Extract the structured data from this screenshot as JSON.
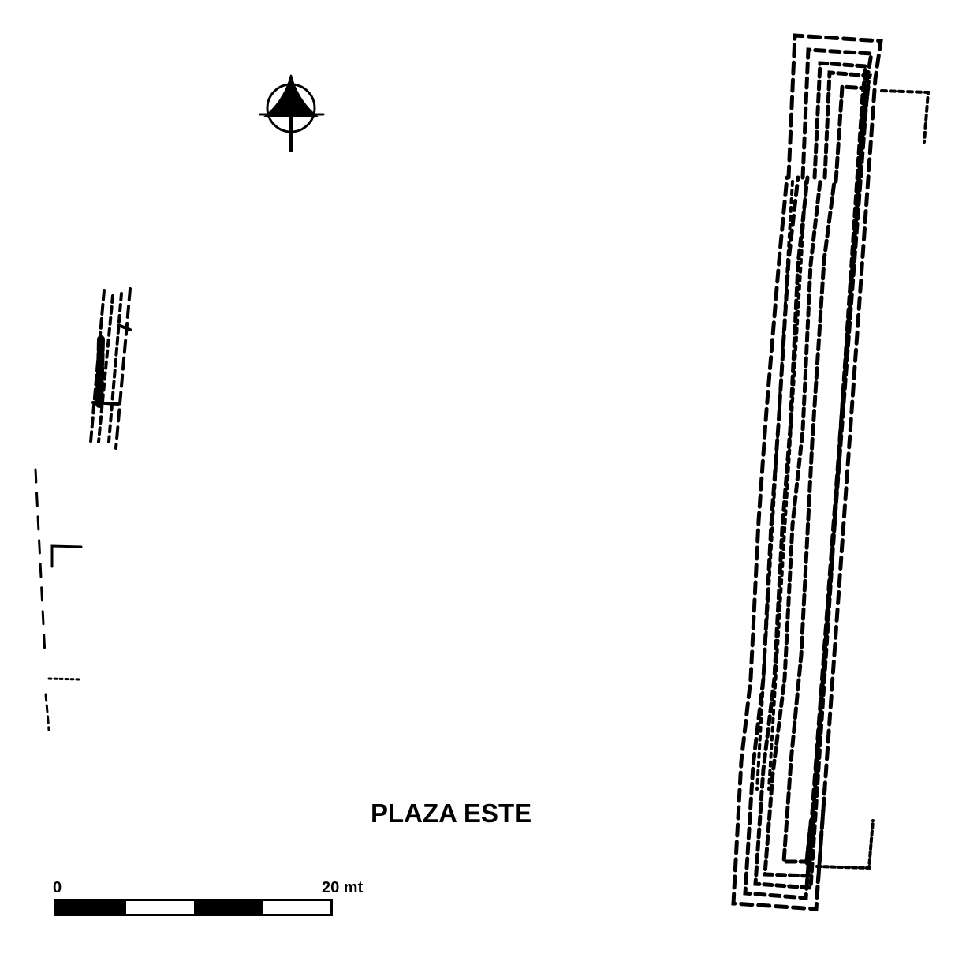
{
  "plan": {
    "area_label": "PLAZA ESTE",
    "scale": {
      "start_label": "0",
      "end_label": "20 mt",
      "segments": 4
    },
    "north_arrow": "north-arrow-icon",
    "colors": {
      "ink": "#000000",
      "background": "#ffffff"
    }
  }
}
